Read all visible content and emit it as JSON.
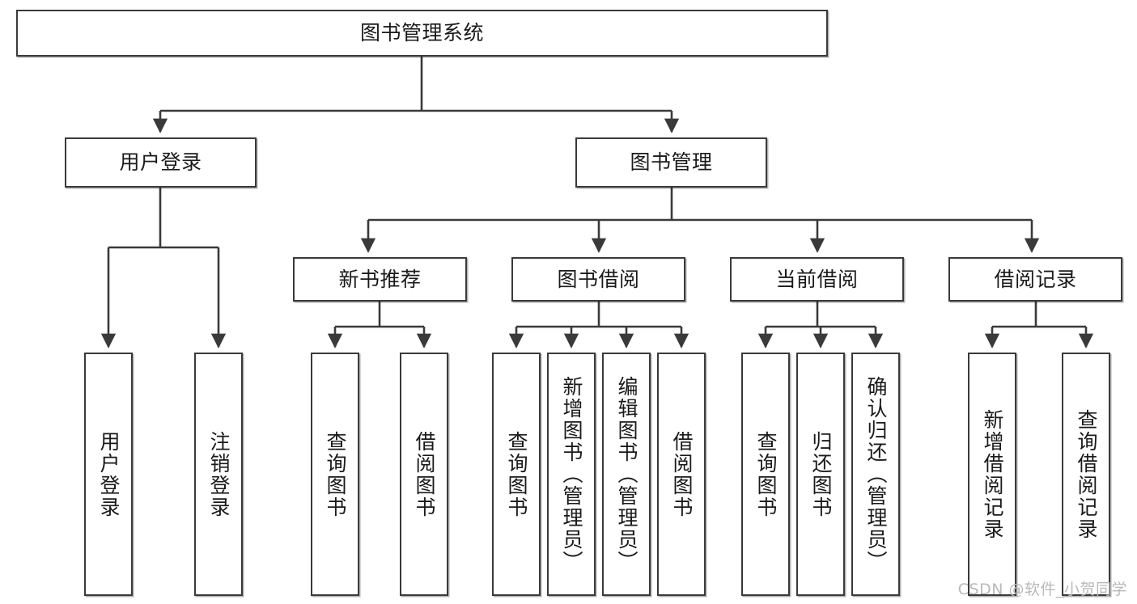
{
  "diagram": {
    "title": "图书管理系统",
    "type": "tree-hierarchy",
    "orientation": "top-down",
    "edge_color": "#3a3a3a",
    "node_border_color": "#3a3a3a",
    "node_fill_color": "#ffffff",
    "text_color": "#1a1a1a"
  },
  "root": {
    "label": "图书管理系统"
  },
  "level2": {
    "user_login": {
      "label": "用户登录"
    },
    "book_manage": {
      "label": "图书管理"
    }
  },
  "level3": {
    "new_book_recommend": {
      "label": "新书推荐"
    },
    "book_borrow": {
      "label": "图书借阅"
    },
    "current_borrow": {
      "label": "当前借阅"
    },
    "borrow_record": {
      "label": "借阅记录"
    }
  },
  "leaves": {
    "user_login": [
      {
        "label": "用户登录"
      },
      {
        "label": "注销登录"
      }
    ],
    "new_book_recommend": [
      {
        "label": "查询图书"
      },
      {
        "label": "借阅图书"
      }
    ],
    "book_borrow": [
      {
        "label": "查询图书"
      },
      {
        "label": "新增图书（管理员）"
      },
      {
        "label": "编辑图书（管理员）"
      },
      {
        "label": "借阅图书"
      }
    ],
    "current_borrow": [
      {
        "label": "查询图书"
      },
      {
        "label": "归还图书"
      },
      {
        "label": "确认归还（管理员）"
      }
    ],
    "borrow_record": [
      {
        "label": "新增借阅记录"
      },
      {
        "label": "查询借阅记录"
      }
    ]
  },
  "watermark": {
    "text": "CSDN @软件_小贺同学"
  }
}
